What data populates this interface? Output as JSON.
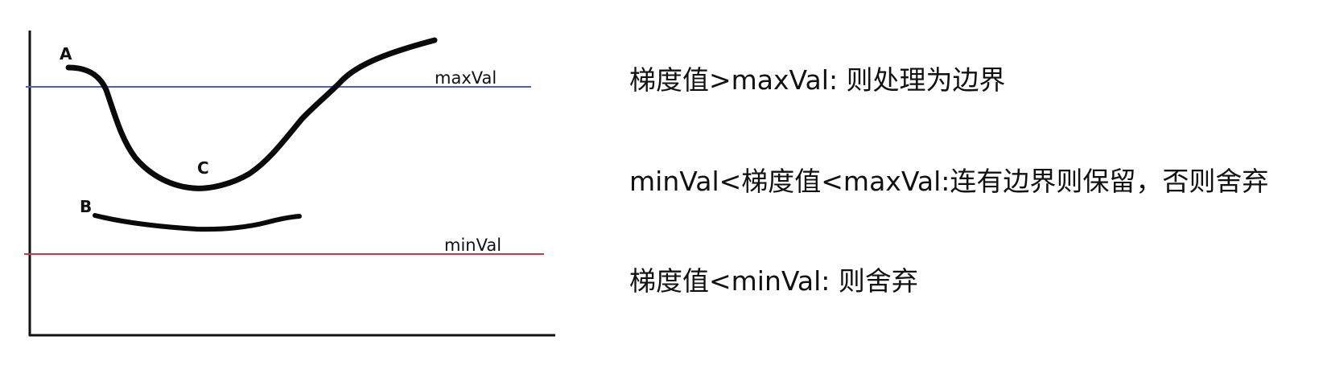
{
  "diagram": {
    "point_labels": {
      "a": "A",
      "b": "B",
      "c": "C"
    },
    "thresholds": {
      "max_label": "maxVal",
      "min_label": "minVal",
      "max_color": "#4a5fcf",
      "min_color": "#c8394a"
    }
  },
  "rules": [
    "梯度值>maxVal: 则处理为边界",
    "minVal<梯度值<maxVal:连有边界则保留，否则舍弃",
    "梯度值<minVal: 则舍弃"
  ]
}
